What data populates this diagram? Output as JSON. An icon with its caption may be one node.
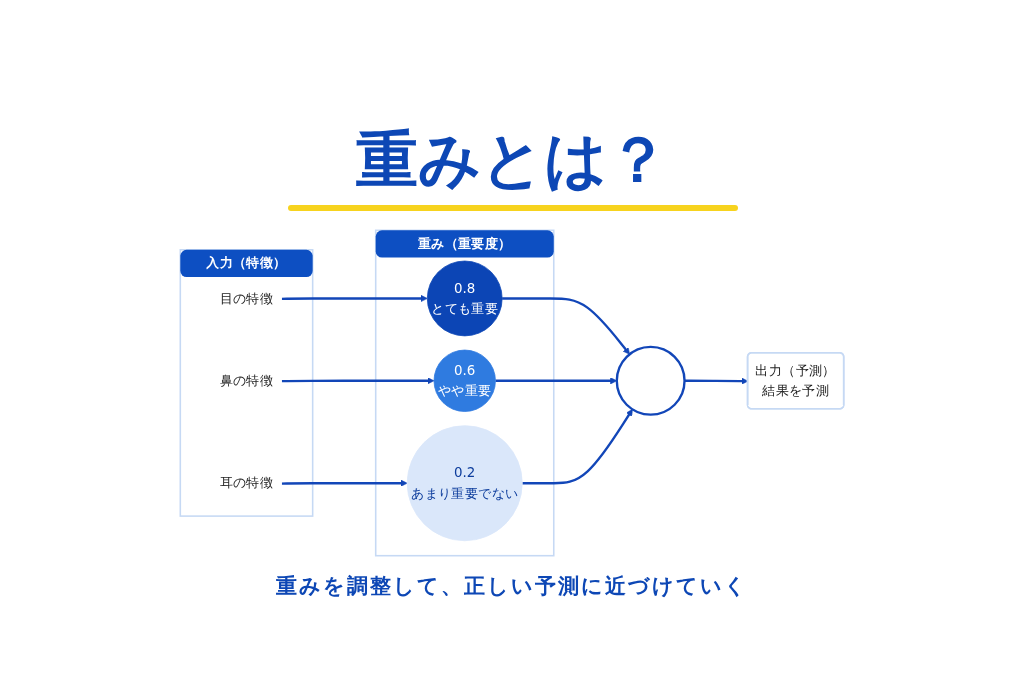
{
  "diagram": {
    "title": "重みとは？",
    "caption": "重みを調整して、正しい予測に近づけていく",
    "nodes": [
      {
        "text": [
          "入力（特徴）"
        ]
      },
      {
        "text": [
          "目の特徴"
        ],
        "in": 0
      },
      {
        "text": [
          "鼻の特徴"
        ],
        "in": 0
      },
      {
        "text": [
          "耳の特徴"
        ],
        "in": 0
      },
      {
        "text": [
          "重み（重要度）"
        ]
      },
      {
        "text": [
          "0.8",
          "とても重要"
        ],
        "in": 4
      },
      {
        "text": [
          "0.6",
          "やや重要"
        ],
        "in": 4
      },
      {
        "text": [
          "0.2",
          "あまり重要でない"
        ],
        "in": 4
      },
      {
        "text": [],
        "shape": "circle"
      },
      {
        "text": [
          "出力（予測）",
          "結果を予測"
        ]
      }
    ],
    "edges": [
      {
        "from": 1,
        "to": 5,
        "arrow": "to"
      },
      {
        "from": 2,
        "to": 6,
        "arrow": "to"
      },
      {
        "from": 3,
        "to": 7,
        "arrow": "to"
      },
      {
        "from": 5,
        "to": 8,
        "arrow": "to"
      },
      {
        "from": 6,
        "to": 8,
        "arrow": "to"
      },
      {
        "from": 7,
        "to": 8,
        "arrow": "to"
      },
      {
        "from": 8,
        "to": 9,
        "arrow": "to"
      }
    ]
  }
}
